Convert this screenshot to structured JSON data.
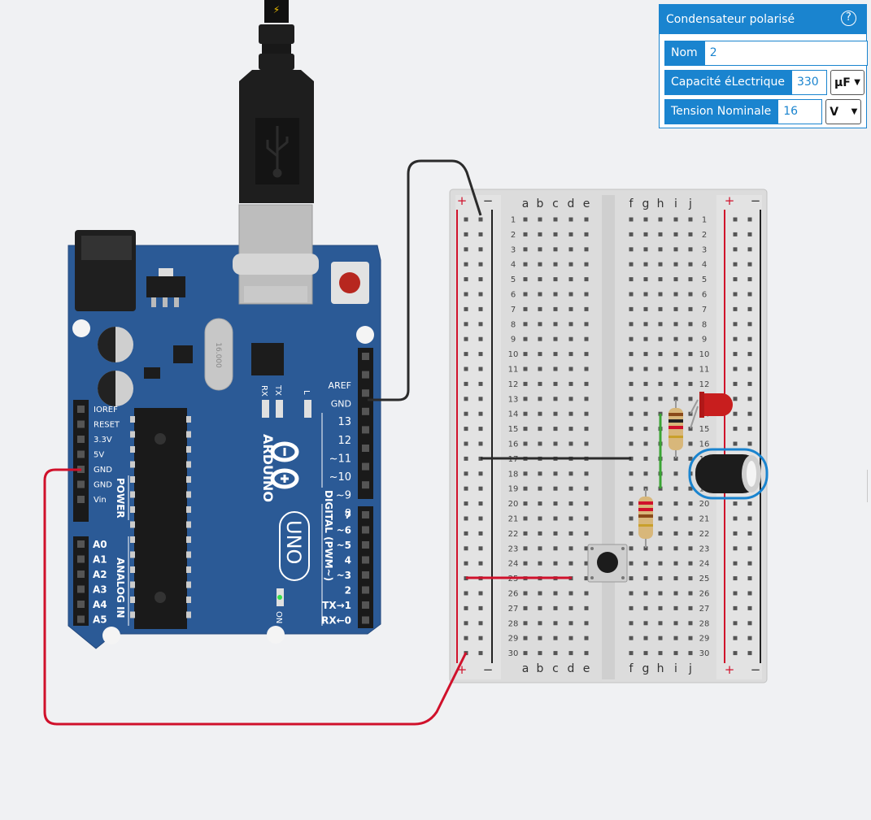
{
  "colors": {
    "background": "#f0f1f3",
    "panel_accent": "#1a84cf",
    "arduino_blue": "#2b5a96",
    "wire_red": "#d0112b",
    "wire_black": "#2b2b2b",
    "wire_green": "#3aa534",
    "led_red": "#c81e1e"
  },
  "inspector": {
    "title": "Condensateur polarisé",
    "help_glyph": "?",
    "fields": [
      {
        "label": "Nom",
        "value": "2"
      },
      {
        "label": "Capacité éLectrique",
        "value": "330",
        "unit": "µF"
      },
      {
        "label": "Tension Nominale",
        "value": "16",
        "unit": "V"
      }
    ]
  },
  "usb_cable": {
    "icon": "usb-icon",
    "connector_icon": "lightning-icon",
    "glyph": "⚡"
  },
  "arduino": {
    "brand": "ARDUINO",
    "model": "UNO",
    "crystal_label": "16.000",
    "on_label": "ON",
    "led_labels": [
      "RX",
      "TX",
      "L"
    ],
    "power_header_label": "POWER",
    "analog_header_label": "ANALOG IN",
    "digital_header_label": "DIGITAL (PWM~)",
    "power_pins": [
      "IOREF",
      "RESET",
      "3.3V",
      "5V",
      "GND",
      "GND",
      "Vin"
    ],
    "analog_pins": [
      "A0",
      "A1",
      "A2",
      "A3",
      "A4",
      "A5"
    ],
    "digital_pins_top": [
      "AREF",
      "GND",
      "13",
      "12",
      "~11",
      "~10",
      "~9",
      "8"
    ],
    "digital_pins_bottom": [
      "7",
      "~6",
      "~5",
      "4",
      "~3",
      "2",
      "TX→1",
      "RX←0"
    ]
  },
  "breadboard": {
    "rows": 30,
    "columns_left": [
      "a",
      "b",
      "c",
      "d",
      "e"
    ],
    "columns_right": [
      "f",
      "g",
      "h",
      "i",
      "j"
    ],
    "rail_plus": "+",
    "rail_minus": "−"
  },
  "components": [
    "led",
    "resistor",
    "resistor",
    "pushbutton",
    "polarized-capacitor"
  ]
}
